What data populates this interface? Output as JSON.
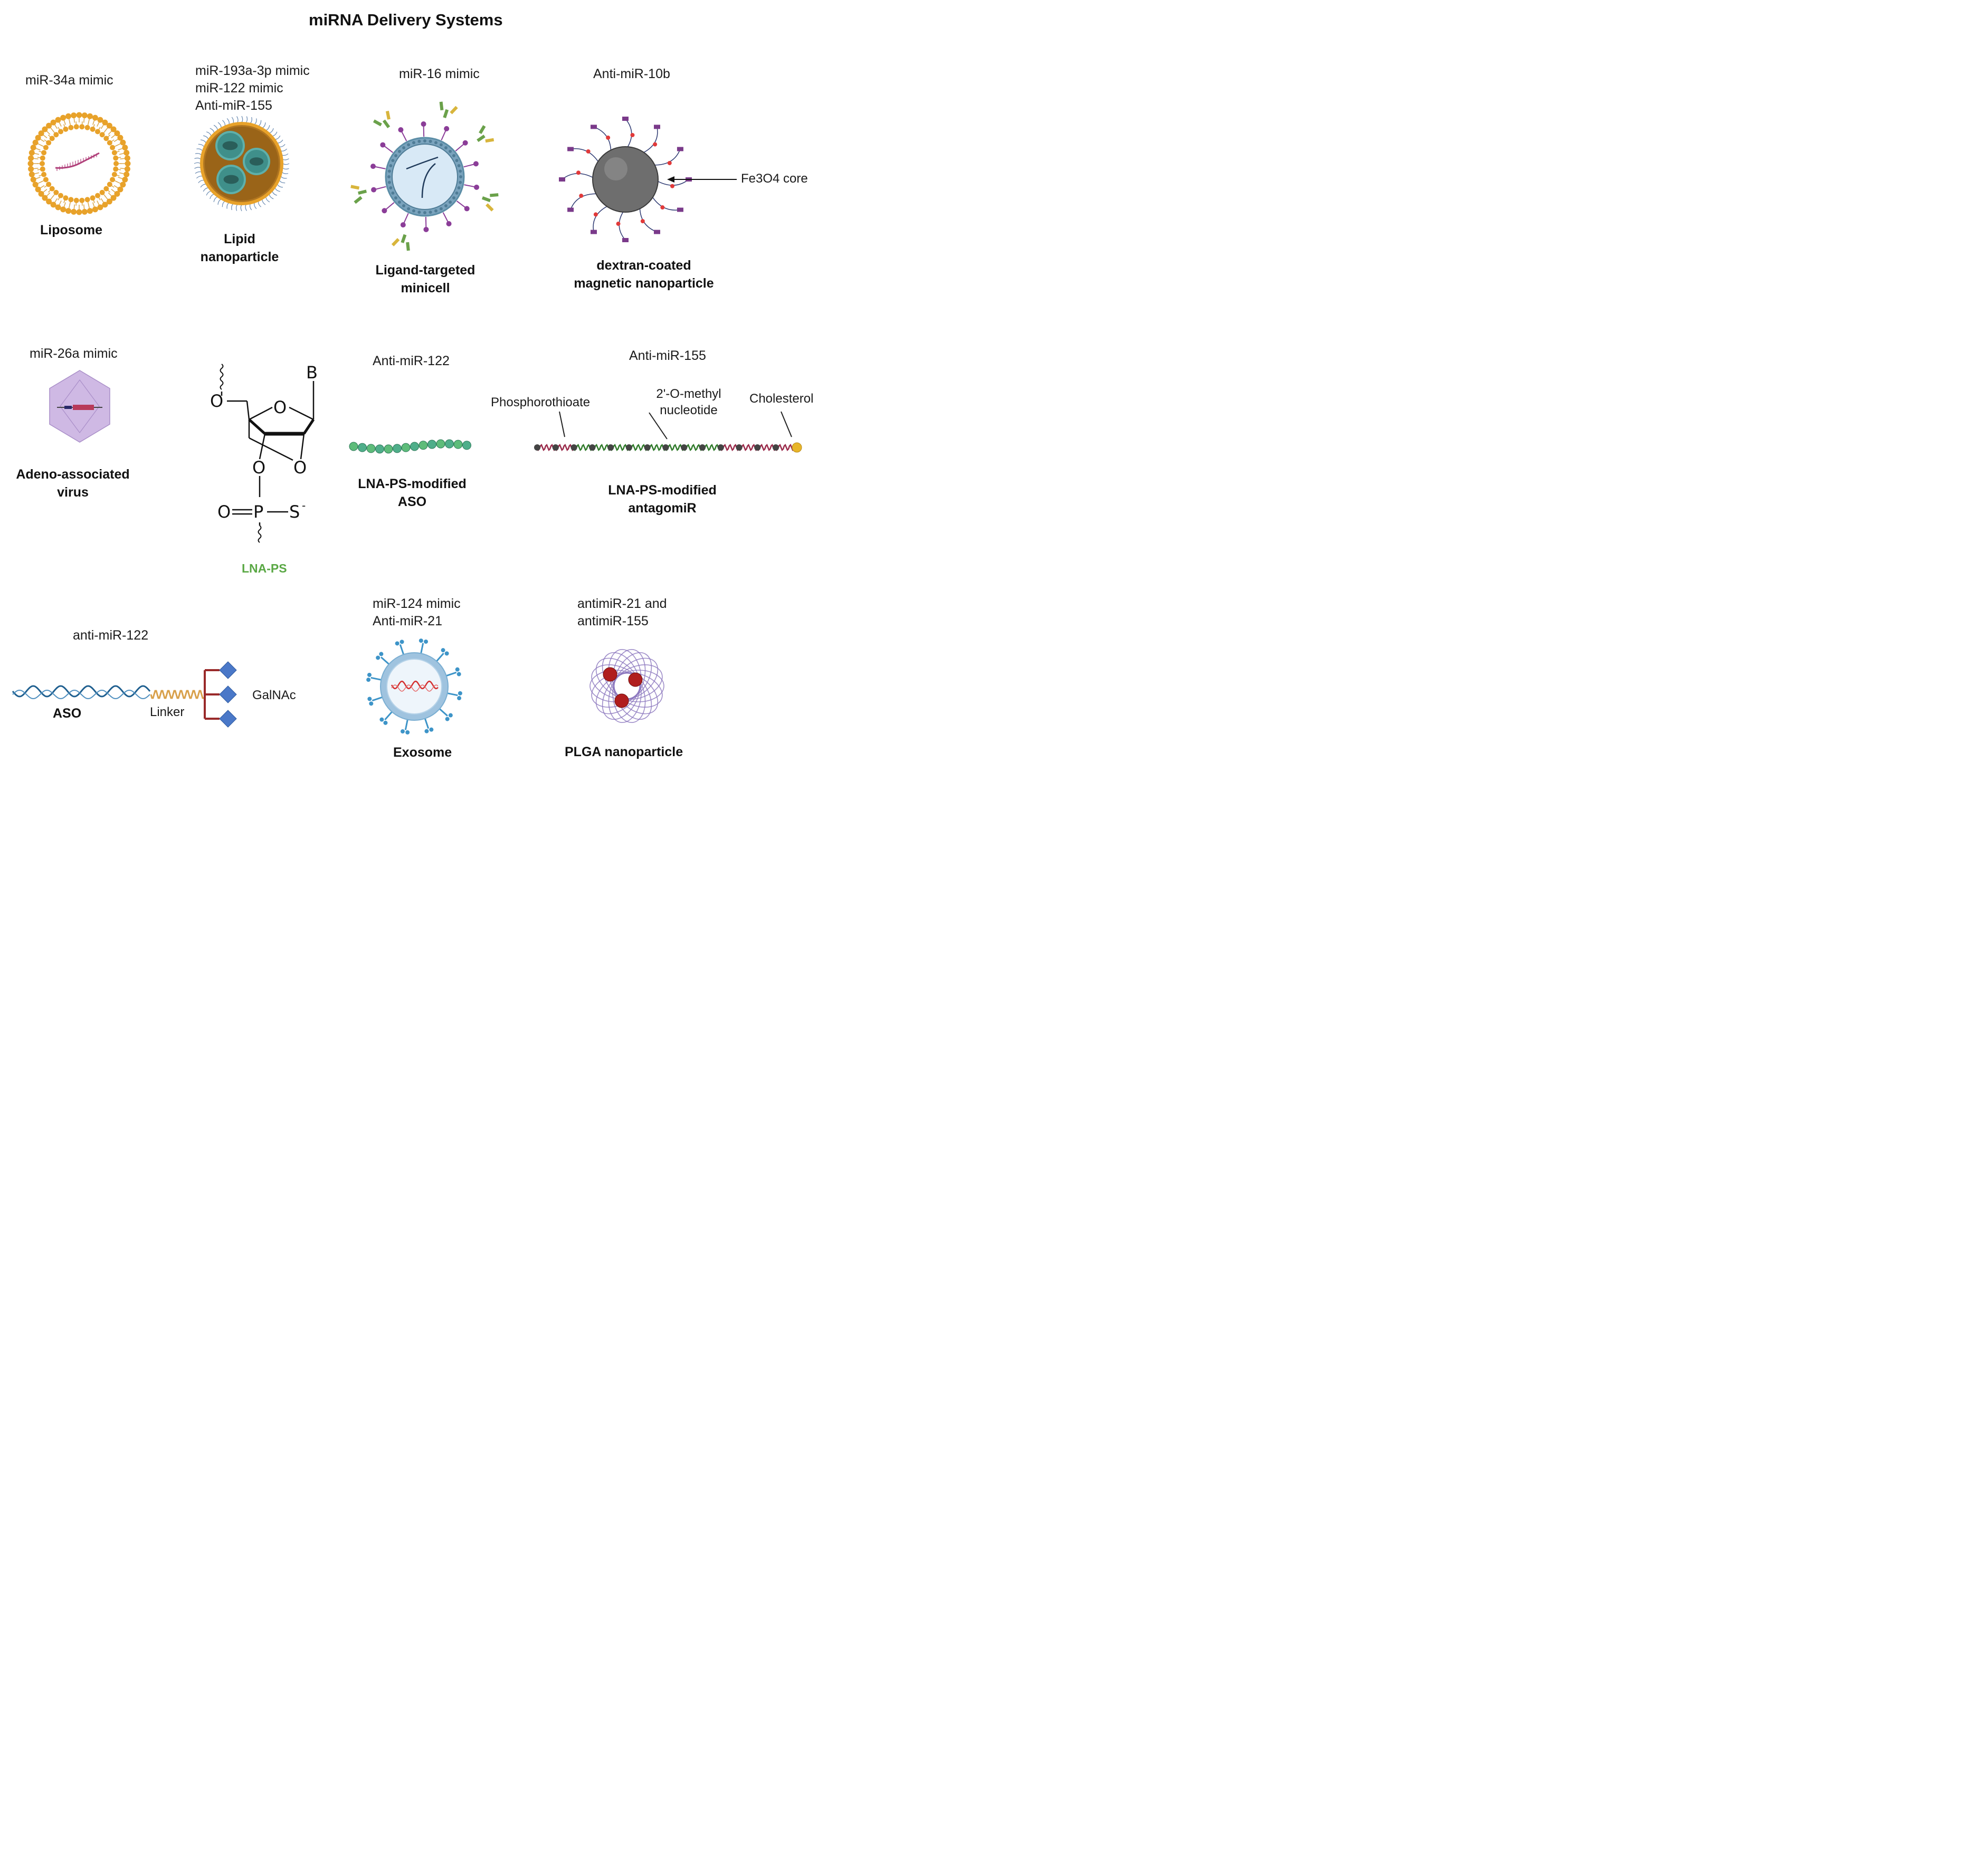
{
  "title": "miRNA Delivery Systems",
  "colors": {
    "lipid": "#e8a22a",
    "lnp_core": "#b07520",
    "lnp_inner": "#3f8f8a",
    "minicell_fill": "#d8e9f6",
    "minicell_border": "#5b8da6",
    "ligand": "#8b3d98",
    "antibody_green": "#6aa14a",
    "antibody_yellow": "#d8b53c",
    "magnetic_core": "#6e6e6e",
    "dextran": "#2e3a72",
    "payload_red": "#e23a3a",
    "aav": "#cfb9e4",
    "aso_bead": "#5ebc7a",
    "strand_red": "#9a2a4a",
    "strand_green": "#2f7a2a",
    "bead_dark": "#444444",
    "cholesterol": "#e8b52a",
    "aso_blue": "#1f5f8f",
    "linker": "#d8a04a",
    "branch": "#9a2a2a",
    "galnac": "#4a78c8",
    "exosome_ring": "#9fc3df",
    "exosome_marker": "#3d94c8",
    "plga": "#8e7ac0",
    "plga_bead": "#b01e1e",
    "lna_ps_label": "#5aa845"
  },
  "panels": {
    "liposome": {
      "cargo": "miR-34a mimic",
      "label": "Liposome"
    },
    "lnp": {
      "cargo": [
        "miR-193a-3p mimic",
        "miR-122 mimic",
        "Anti-miR-155"
      ],
      "label": [
        "Lipid",
        "nanoparticle"
      ]
    },
    "minicell": {
      "cargo": "miR-16 mimic",
      "label": [
        "Ligand-targeted",
        "minicell"
      ]
    },
    "magnetic": {
      "cargo": "Anti-miR-10b",
      "label": [
        "dextran-coated",
        "magnetic nanoparticle"
      ],
      "core_label": "Fe3O4 core"
    },
    "aav": {
      "cargo": "miR-26a mimic",
      "label": [
        "Adeno-associated",
        "virus"
      ]
    },
    "lna_ps": {
      "label": "LNA-PS",
      "atoms": {
        "base": "B",
        "ring_o": "O",
        "o5": "O",
        "o3": "O",
        "o2": "O",
        "o_double": "O",
        "p": "P",
        "s": "S",
        "charge": "-"
      }
    },
    "aso": {
      "cargo": "Anti-miR-122",
      "label": [
        "LNA-PS-modified",
        "ASO"
      ]
    },
    "antagomir": {
      "cargo": "Anti-miR-155",
      "label": [
        "LNA-PS-modified",
        "antagomiR"
      ],
      "annotations": {
        "ps": "Phosphorothioate",
        "ome": [
          "2'-O-methyl",
          "nucleotide"
        ],
        "chol": "Cholesterol"
      }
    },
    "galnac": {
      "cargo": "anti-miR-122",
      "aso": "ASO",
      "linker": "Linker",
      "galnac": "GalNAc"
    },
    "exosome": {
      "cargo": [
        "miR-124 mimic",
        "Anti-miR-21"
      ],
      "label": "Exosome"
    },
    "plga": {
      "cargo": [
        "antimiR-21 and",
        "antimiR-155"
      ],
      "label": "PLGA nanoparticle"
    }
  }
}
